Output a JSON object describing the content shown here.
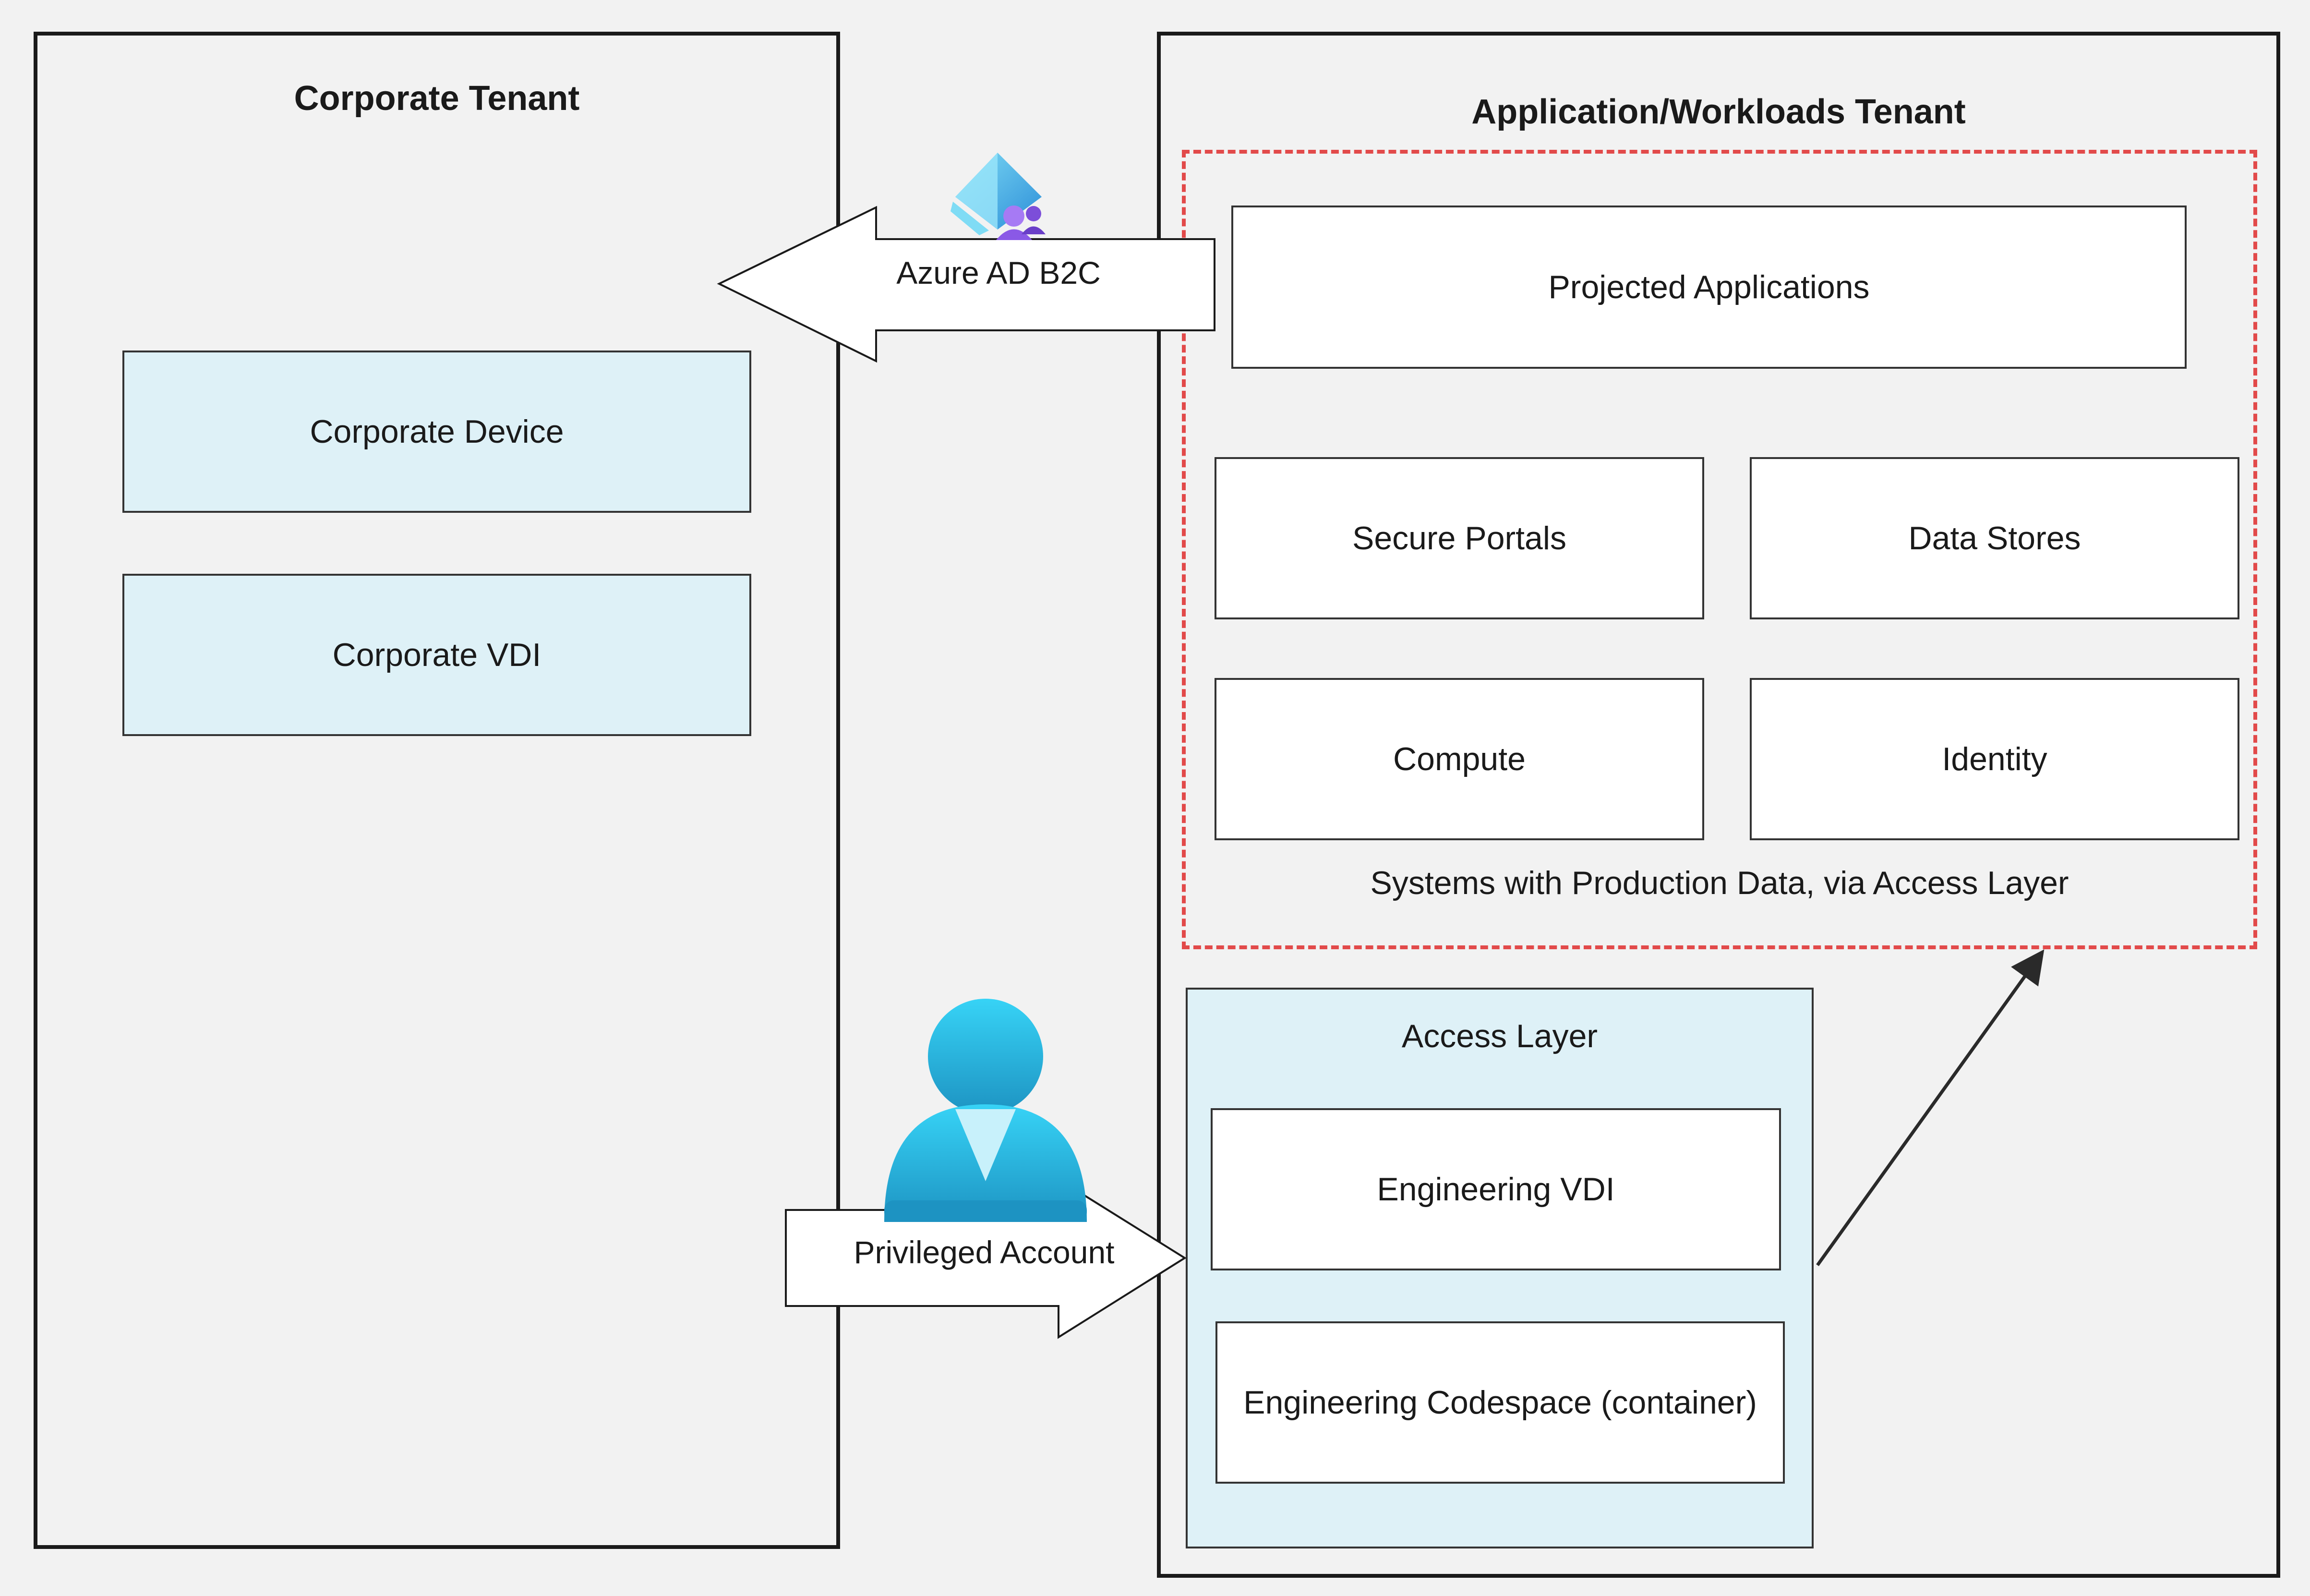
{
  "corporate_tenant": {
    "title": "Corporate Tenant",
    "items": [
      {
        "label": "Corporate Device"
      },
      {
        "label": "Corporate VDI"
      }
    ]
  },
  "workloads_tenant": {
    "title": "Application/Workloads Tenant",
    "production_zone": {
      "caption": "Systems with Production Data, via Access Layer",
      "top_item": "Projected Applications",
      "grid": [
        {
          "label": "Secure Portals"
        },
        {
          "label": "Data Stores"
        },
        {
          "label": "Compute"
        },
        {
          "label": "Identity"
        }
      ]
    },
    "access_layer": {
      "title": "Access Layer",
      "items": [
        {
          "label": "Engineering VDI"
        },
        {
          "label": "Engineering Codespace (container)"
        }
      ]
    }
  },
  "connectors": {
    "b2c_arrow": {
      "label": "Azure AD B2C",
      "icon": "azure-ad-b2c-icon"
    },
    "privileged_arrow": {
      "label": "Privileged Account",
      "icon": "user-icon"
    }
  },
  "colors": {
    "background": "#f2f2f2",
    "light_blue_fill": "#def1f7",
    "dashed_border": "#e24a4a",
    "outline": "#1a1a1a",
    "user_icon": "#2bb6e0"
  }
}
